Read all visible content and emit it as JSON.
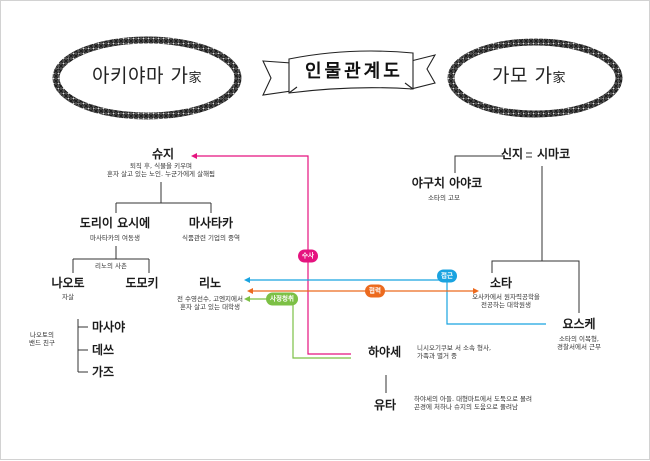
{
  "header": {
    "left_family": "아키야마 가",
    "left_family_hanja": "家",
    "title": "인물관계도",
    "right_family": "가모 가",
    "right_family_hanja": "家"
  },
  "characters": {
    "shuji": {
      "name": "슈지",
      "desc1": "퇴직 후, 식물을 키우며",
      "desc2": "혼자 살고 있는 노인. 누군가에게 살해됨"
    },
    "dorii": {
      "name": "도리이 요시에",
      "desc": "마사타카의 여동생"
    },
    "masataka": {
      "name": "마사타카",
      "desc": "식품관련 기업의 중역"
    },
    "naoto": {
      "name": "나오토",
      "desc": "자살"
    },
    "domoki": {
      "name": "도모키"
    },
    "rino": {
      "name": "리노",
      "desc1": "전 수영선수, 고엔지에서",
      "desc2": "혼자 살고 있는 대학생"
    },
    "shinji": {
      "name": "신지"
    },
    "shimako": {
      "name": "시마코"
    },
    "yaguchi": {
      "name": "야구치 아야코",
      "desc": "소타의 고모"
    },
    "sota": {
      "name": "소타",
      "desc1": "오사카에서 원자력공학을",
      "desc2": "전공하는 대학원생"
    },
    "yosuke": {
      "name": "요스케",
      "desc1": "소타의 이복형,",
      "desc2": "경찰서에서 근무"
    },
    "hayase": {
      "name": "하야세",
      "desc1": "니시오기쿠보 서 소속 형사,",
      "desc2": "가족과 별거 중"
    },
    "yuta": {
      "name": "유타",
      "desc1": "하야세의 아들. 대형마트에서 도둑으로 몰려",
      "desc2": "곤경에 처하나 슈지의 도움으로 풀려남"
    }
  },
  "band": {
    "label1": "나오토의",
    "label2": "밴드 친구",
    "members": [
      "마사야",
      "데쓰",
      "가즈"
    ]
  },
  "relations": {
    "cousins": "리노의 사촌",
    "susa": "수사",
    "hyeopryeok": "협력",
    "jeopgeun": "접근",
    "sajeong": "사정청취"
  },
  "colors": {
    "susa": "#e5137f",
    "hyeopryeok": "#ec6a1e",
    "jeopgeun": "#19a3e0",
    "sajeong": "#7cc045",
    "tree_line": "#333333"
  }
}
